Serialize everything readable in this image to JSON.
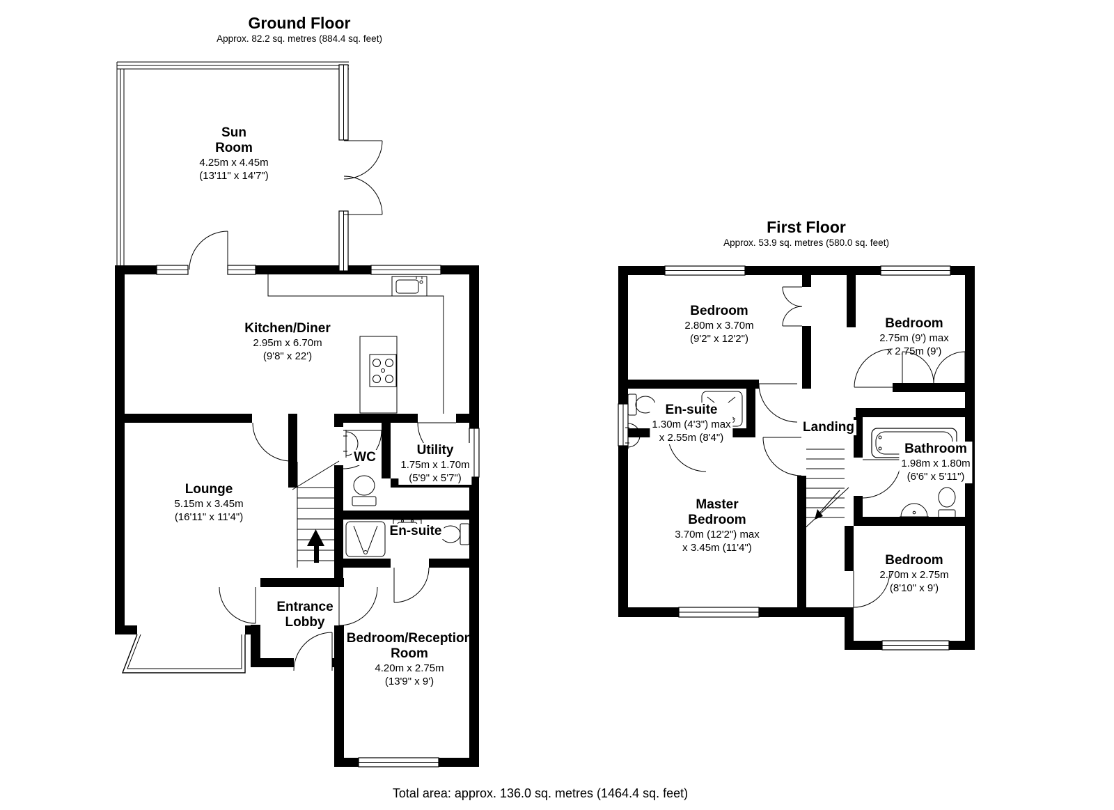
{
  "colors": {
    "wall": "#000000",
    "background": "#ffffff",
    "line": "#000000"
  },
  "footer": {
    "total_area": "Total area: approx. 136.0 sq. metres (1464.4 sq. feet)"
  },
  "ground_floor": {
    "title": "Ground Floor",
    "subtitle": "Approx. 82.2 sq. metres (884.4 sq. feet)",
    "rooms": [
      {
        "id": "sun-room",
        "name_lines": [
          "Sun",
          "Room"
        ],
        "dims": [
          "4.25m x 4.45m",
          "(13'11\" x 14'7\")"
        ]
      },
      {
        "id": "kitchen-diner",
        "name_lines": [
          "Kitchen/Diner"
        ],
        "dims": [
          "2.95m x 6.70m",
          "(9'8\" x 22')"
        ]
      },
      {
        "id": "lounge",
        "name_lines": [
          "Lounge"
        ],
        "dims": [
          "5.15m x 3.45m",
          "(16'11\" x 11'4\")"
        ]
      },
      {
        "id": "wc",
        "name_lines": [
          "WC"
        ],
        "dims": []
      },
      {
        "id": "utility",
        "name_lines": [
          "Utility"
        ],
        "dims": [
          "1.75m x 1.70m",
          "(5'9\" x 5'7\")"
        ]
      },
      {
        "id": "en-suite",
        "name_lines": [
          "En-suite"
        ],
        "dims": []
      },
      {
        "id": "entrance-lobby",
        "name_lines": [
          "Entrance",
          "Lobby"
        ],
        "dims": []
      },
      {
        "id": "bedroom-reception",
        "name_lines": [
          "Bedroom/Reception",
          "Room"
        ],
        "dims": [
          "4.20m x 2.75m",
          "(13'9\" x 9')"
        ]
      }
    ]
  },
  "first_floor": {
    "title": "First Floor",
    "subtitle": "Approx. 53.9 sq. metres (580.0 sq. feet)",
    "rooms": [
      {
        "id": "bedroom-top-left",
        "name_lines": [
          "Bedroom"
        ],
        "dims": [
          "2.80m x 3.70m",
          "(9'2\" x 12'2\")"
        ]
      },
      {
        "id": "bedroom-top-right",
        "name_lines": [
          "Bedroom"
        ],
        "dims": [
          "2.75m (9') max",
          "x 2.75m (9')"
        ]
      },
      {
        "id": "en-suite",
        "name_lines": [
          "En-suite"
        ],
        "dims": [
          "1.30m (4'3\") max",
          "x 2.55m (8'4\")"
        ]
      },
      {
        "id": "landing",
        "name_lines": [
          "Landing"
        ],
        "dims": []
      },
      {
        "id": "bathroom",
        "name_lines": [
          "Bathroom"
        ],
        "dims": [
          "1.98m x 1.80m",
          "(6'6\" x 5'11\")"
        ]
      },
      {
        "id": "master-bedroom",
        "name_lines": [
          "Master",
          "Bedroom"
        ],
        "dims": [
          "3.70m (12'2\") max",
          "x 3.45m (11'4\")"
        ]
      },
      {
        "id": "bedroom-bottom-right",
        "name_lines": [
          "Bedroom"
        ],
        "dims": [
          "2.70m x 2.75m",
          "(8'10\" x 9')"
        ]
      }
    ]
  }
}
